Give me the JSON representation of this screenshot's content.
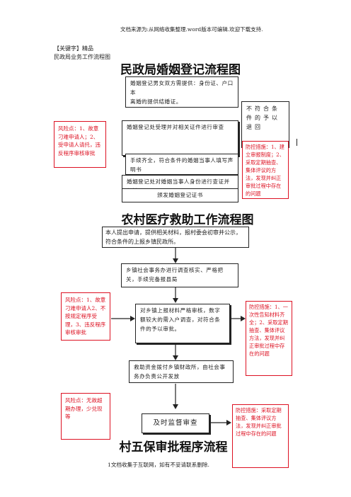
{
  "header": "文档来源为:从网络收集整理.word版本可编辑.欢迎下载支持.",
  "keywords": "【关键字】精品",
  "subtitle": "民政局业务工作流程图",
  "section1": {
    "title": "民政局婚姻登记流程图",
    "step1": "婚姻登记男女双方需提供：身份证、户口本\n离婚的提供结婚证。",
    "step2": "婚姻登记处受理并对相关证件进行审查",
    "step3": "手续齐全，符合条件的婚姻当事人填写声明书",
    "step4": "婚姻登记处对婚姻当事人身份进行查证并复核",
    "step5": "颁发婚姻登记证书",
    "reject": "不符合条件的予以退回",
    "risk": "风险点：1、故意刁难申请人；2、受申请人请托，违反程序审核审批",
    "control": "防控措施：1、建立审报制度；2、采取定期抽查、集体评议的方法，发现并纠正审批过程中存在的问题"
  },
  "section2": {
    "title": "农村医疗救助工作流程图",
    "step1": "本人提出申请，提供相关材料，报村委会初审并公示，符合条件的上报乡镇民政所。",
    "step2": "乡镇社会事务办进行调查核实、严格把关，手续完备报县局",
    "step3": "对乡镇上报材料严格审核，数字额较大的需入户调查，对符合条件的予以审批。",
    "step4": "救助资金拨付乡镇财政所，由社会事务办负责公开发放",
    "risk": "风险点：1、故意刁难申请人2、不按规定程序受理，3、违反程序审核审批",
    "control": "防控措施：1、一次性告知材料齐全；2、采取定期抽查、集体评议方法，发现并纠正审批过程中存在的问题"
  },
  "section3": {
    "title": "村五保审批程序流程",
    "supervise": "及时监督审查",
    "risk": "风险点：无故超期办理，少兑现等",
    "control": "防控措施：采取定期抽查、集体评议方法，发现并纠正审批过程中存在的问题"
  },
  "footer": "1文档收集于互联网，如有不妥请联系删除."
}
